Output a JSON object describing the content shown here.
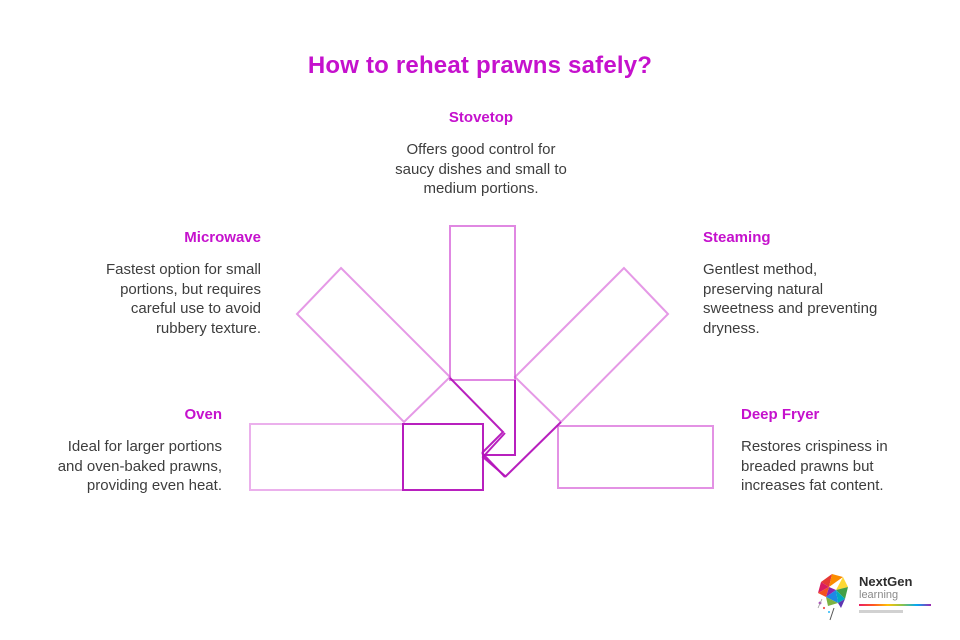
{
  "title": "How to reheat prawns safely?",
  "methods": [
    {
      "id": "stovetop",
      "label": "Stovetop",
      "description": "Offers good control for\nsaucy dishes and small to\nmedium portions."
    },
    {
      "id": "microwave",
      "label": "Microwave",
      "description": "Fastest option for small\nportions, but requires\ncareful use to avoid\nrubbery texture."
    },
    {
      "id": "steaming",
      "label": "Steaming",
      "description": "Gentlest method,\npreserving natural\nsweetness and preventing\ndryness."
    },
    {
      "id": "oven",
      "label": "Oven",
      "description": "Ideal for larger portions\nand oven-baked prawns,\nproviding even heat."
    },
    {
      "id": "deep-fryer",
      "label": "Deep Fryer",
      "description": "Restores crispiness in\nbreaded prawns but\nincreases fat content."
    }
  ],
  "graphic": {
    "type": "converging-outline-arrows",
    "count": 5
  },
  "logo": {
    "name": "NextGen",
    "sub": "learning"
  },
  "colors": {
    "accent": "#c511cd",
    "arrow": "#d24fd4",
    "arrow_dark": "#b414ba",
    "body_text": "#3d3d3d",
    "logo_text": "#2d2d2d",
    "logo_sub": "#8a8a8a"
  }
}
